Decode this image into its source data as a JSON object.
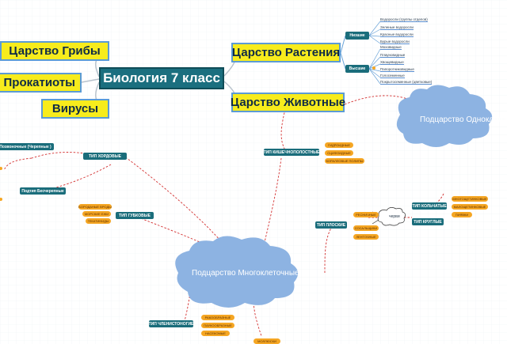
{
  "central": "Биология 7 класс",
  "kingdoms": {
    "fungi": "Царство Грибы",
    "prokaryotes": "во Прокатиоты",
    "viruses": "Вирусы",
    "plants": "Царство Растения",
    "animals": "Царство Животные"
  },
  "plants": {
    "lower": "Низшие",
    "higher": "Высшие",
    "lower_items": [
      "Водоросли (группы отделов)",
      "Зеленые водоросли",
      "Красные водоросли",
      "Бурые водоросли"
    ],
    "higher_items": [
      "Моховидные",
      "Плауновидные",
      "Хвощевидные",
      "Папоротниковидные",
      "Голосеменные",
      "Покрытосеменные (цветковые)"
    ]
  },
  "clouds": {
    "unicellular": "Подцарство Одноклеточн",
    "multicellular": "Подцарство Многоклеточные"
  },
  "types": {
    "chordates": "ТИП ХОРДОВЫЕ",
    "coelenterates": "ТИП КИШЕЧНОПОЛОСТНЫЕ",
    "sponges": "ТИП ГУБКОВЫЕ",
    "flatworms": "ТИП ПЛОСКИЕ",
    "annelids": "ТИП КОЛЬЧАТЫЕ",
    "roundworms": "ТИП КРУГЛЫЕ",
    "arthropods": "ТИП ЧЛЕНИСТОНОГИЕ",
    "left_top": "Позвоночные (Черепные )",
    "subtype": "Подтип Бесчерепные"
  },
  "coelenterate_items": [
    "ГИДРОИДНЫЕ",
    "СЦИФОИДНЫЕ",
    "КОРАЛЛОВЫЕ ПОЛИПЫ"
  ],
  "sponge_items": [
    "БОРОДАНЫЕ ВРОДЫ",
    "МОРСКИЕ ЕЖИ",
    "ГЕКАТИНИДЫ"
  ],
  "flatworm_items": [
    "РЕСНИЧНЫЕ",
    "СОСАЛЬЩИКИ",
    "ЛЕНТОЧНЫЕ"
  ],
  "annelid_items": [
    "МНОГОЩЕТИНКОВЫЕ",
    "МАЛОЩЕТИНКОВЫЕ",
    "ПИЯВКИ"
  ],
  "worm_label": "черви",
  "arthropod_items": [
    "РАКООБРАЗНЫЕ",
    "ПАУКООБРАЗНЫЕ",
    "НАСЕКОМЫЕ"
  ],
  "bottom_item": "МОЛЛЮСКИ"
}
